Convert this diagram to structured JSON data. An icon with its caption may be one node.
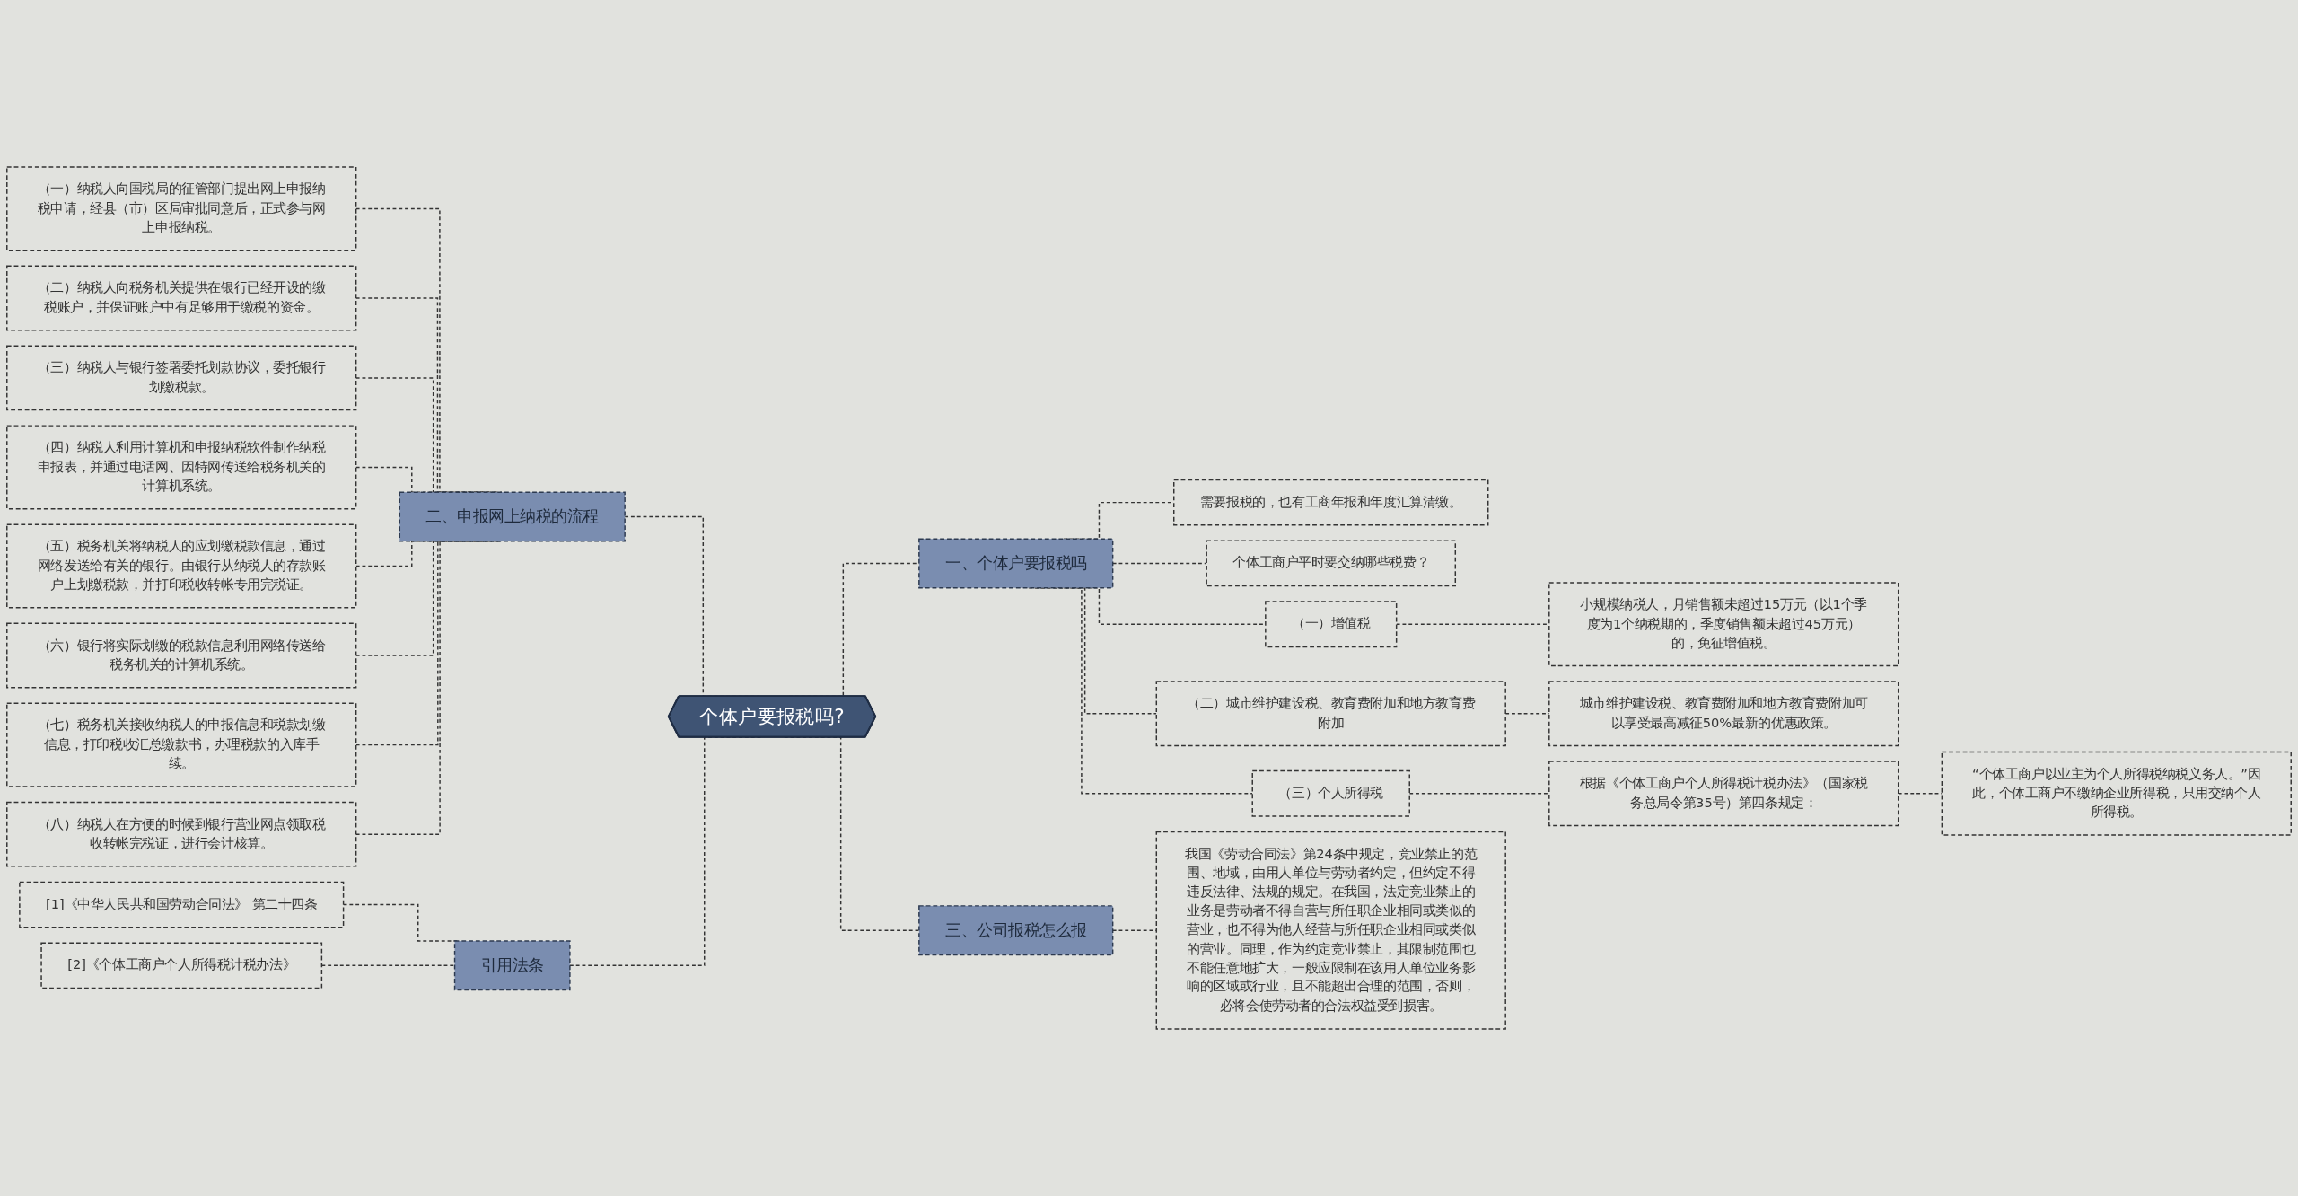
{
  "diagram": {
    "nodes": [
      {
        "text": [
          "个体户要报税吗?"
        ]
      },
      {
        "text": [
          "二、申报网上纳税的流程"
        ]
      },
      {
        "text": [
          "（一）纳税人向国税局的征管部门提出网上申报纳税申请，经县（市）区局审批同意后，正式参与网上申报纳税。"
        ]
      },
      {
        "text": [
          "（二）纳税人向税务机关提供在银行已经开设的缴税账户，并保证账户中有足够用于缴税的资金。"
        ]
      },
      {
        "text": [
          "（三）纳税人与银行签署委托划款协议，委托银行划缴税款。"
        ]
      },
      {
        "text": [
          "（四）纳税人利用计算机和申报纳税软件制作纳税申报表，并通过电话网、因特网传送给税务机关的计算机系统。"
        ]
      },
      {
        "text": [
          "（五）税务机关将纳税人的应划缴税款信息，通过网络发送给有关的银行。由银行从纳税人的存款账户上划缴税款，并打印税收转帐专用完税证。"
        ]
      },
      {
        "text": [
          "（六）银行将实际划缴的税款信息利用网络传送给税务机关的计算机系统。"
        ]
      },
      {
        "text": [
          "（七）税务机关接收纳税人的申报信息和税款划缴信息，打印税收汇总缴款书，办理税款的入库手续。"
        ]
      },
      {
        "text": [
          "（八）纳税人在方便的时候到银行营业网点领取税收转帐完税证，进行会计核算。"
        ]
      },
      {
        "text": [
          "引用法条"
        ]
      },
      {
        "text": [
          "[1]《中华人民共和国劳动合同法》 第二十四条"
        ]
      },
      {
        "text": [
          "[2]《个体工商户个人所得税计税办法》"
        ]
      },
      {
        "text": [
          "一、个体户要报税吗"
        ]
      },
      {
        "text": [
          "需要报税的，也有工商年报和年度汇算清缴。"
        ]
      },
      {
        "text": [
          "个体工商户平时要交纳哪些税费？"
        ]
      },
      {
        "text": [
          "（一）增值税"
        ]
      },
      {
        "text": [
          "小规模纳税人，月销售额未超过15万元（以1个季度为1个纳税期的，季度销售额未超过45万元）的，免征增值税。"
        ]
      },
      {
        "text": [
          "（二）城市维护建设税、教育费附加和地方教育费附加"
        ]
      },
      {
        "text": [
          "城市维护建设税、教育费附加和地方教育费附加可以享受最高减征50%最新的优惠政策。"
        ]
      },
      {
        "text": [
          "（三）个人所得税"
        ]
      },
      {
        "text": [
          "根据《个体工商户个人所得税计税办法》（国家税务总局令第35号）第四条规定："
        ]
      },
      {
        "text": [
          "“个体工商户以业主为个人所得税纳税义务人。”因此，个体工商户不缴纳企业所得税，只用交纳个人所得税。"
        ]
      },
      {
        "text": [
          "三、公司报税怎么报"
        ]
      },
      {
        "text": [
          "我国《劳动合同法》第24条中规定，竞业禁止的范围、地域，由用人单位与劳动者约定，但约定不得违反法律、法规的规定。在我国，法定竞业禁止的业务是劳动者不得自营与所任职企业相同或类似的营业，也不得为他人经营与所任职企业相同或类似的营业。同理，作为约定竞业禁止，其限制范围也不能任意地扩大，一般应限制在该用人单位业务影响的区域或行业，且不能超出合理的范围，否则，必将会使劳动者的合法权益受到损害。"
        ]
      }
    ],
    "edges": [
      {
        "from": 1,
        "to": 0,
        "arrow": "none",
        "style": "dashed"
      },
      {
        "from": 2,
        "to": 1,
        "arrow": "none",
        "style": "dashed"
      },
      {
        "from": 3,
        "to": 1,
        "arrow": "none",
        "style": "dashed"
      },
      {
        "from": 4,
        "to": 1,
        "arrow": "none",
        "style": "dashed"
      },
      {
        "from": 5,
        "to": 1,
        "arrow": "none",
        "style": "dashed"
      },
      {
        "from": 6,
        "to": 1,
        "arrow": "none",
        "style": "dashed"
      },
      {
        "from": 7,
        "to": 1,
        "arrow": "none",
        "style": "dashed"
      },
      {
        "from": 8,
        "to": 1,
        "arrow": "none",
        "style": "dashed"
      },
      {
        "from": 9,
        "to": 1,
        "arrow": "none",
        "style": "dashed"
      },
      {
        "from": 10,
        "to": 0,
        "arrow": "none",
        "style": "dashed"
      },
      {
        "from": 11,
        "to": 10,
        "arrow": "none",
        "style": "dashed"
      },
      {
        "from": 12,
        "to": 10,
        "arrow": "none",
        "style": "dashed"
      },
      {
        "from": 0,
        "to": 13,
        "arrow": "none",
        "style": "dashed"
      },
      {
        "from": 13,
        "to": 14,
        "arrow": "none",
        "style": "dashed"
      },
      {
        "from": 13,
        "to": 15,
        "arrow": "none",
        "style": "dashed"
      },
      {
        "from": 13,
        "to": 16,
        "arrow": "none",
        "style": "dashed"
      },
      {
        "from": 16,
        "to": 17,
        "arrow": "none",
        "style": "dashed"
      },
      {
        "from": 13,
        "to": 18,
        "arrow": "none",
        "style": "dashed"
      },
      {
        "from": 18,
        "to": 19,
        "arrow": "none",
        "style": "dashed"
      },
      {
        "from": 13,
        "to": 20,
        "arrow": "none",
        "style": "dashed"
      },
      {
        "from": 20,
        "to": 21,
        "arrow": "none",
        "style": "dashed"
      },
      {
        "from": 21,
        "to": 22,
        "arrow": "none",
        "style": "dashed"
      },
      {
        "from": 0,
        "to": 23,
        "arrow": "none",
        "style": "dashed"
      },
      {
        "from": 23,
        "to": 24,
        "arrow": "none",
        "style": "dashed"
      }
    ]
  }
}
